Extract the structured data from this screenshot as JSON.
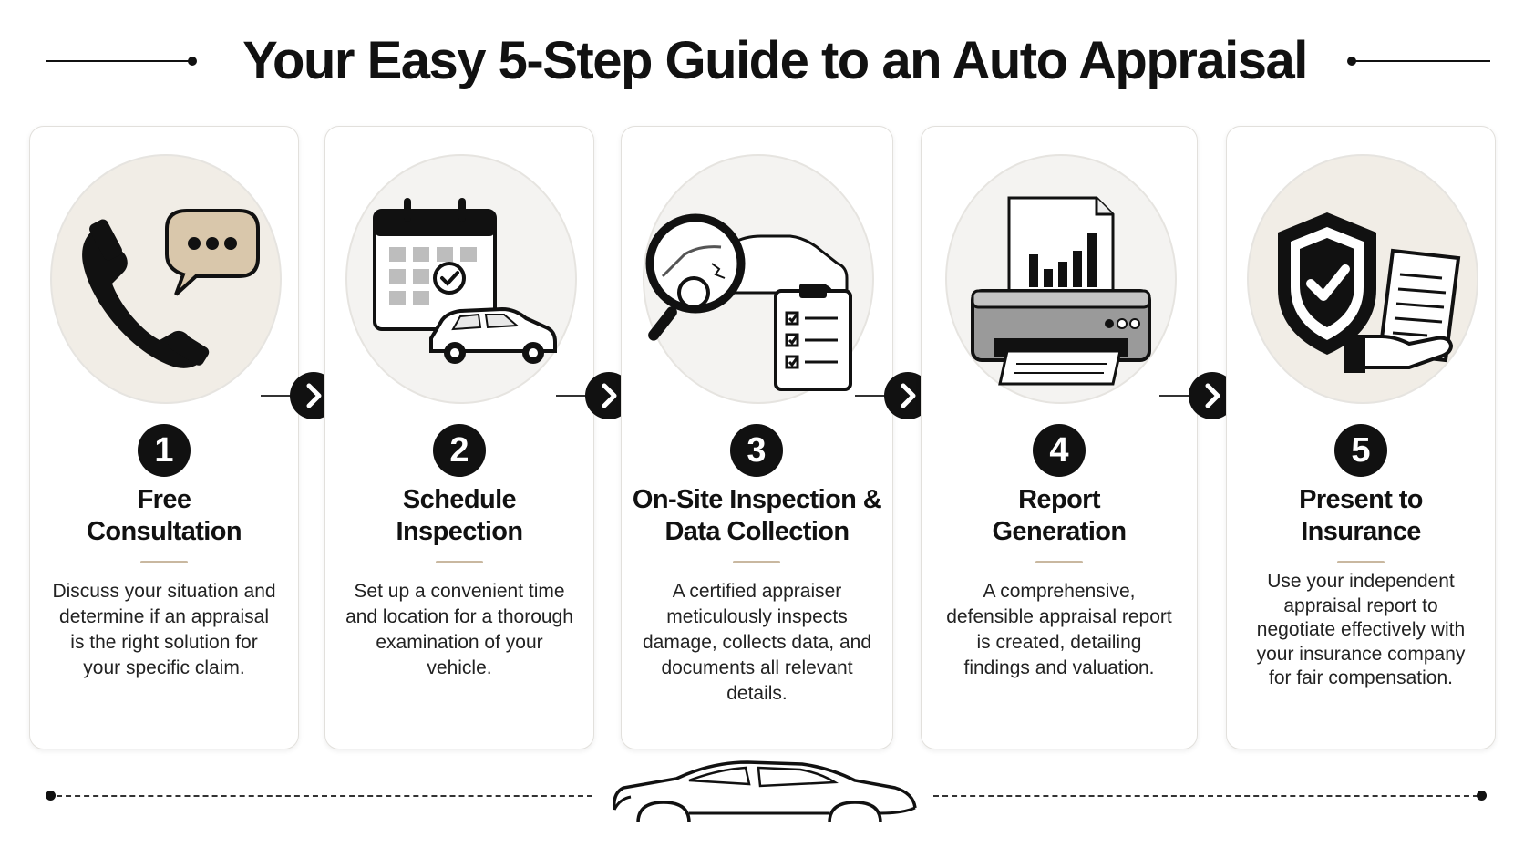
{
  "title": "Your Easy 5-Step Guide to an Auto Appraisal",
  "steps": [
    {
      "number": "1",
      "title_line1": "Free",
      "title_line2": "Consultation",
      "description": "Discuss your situation and determine if an appraisal is the right solution for your specific claim.",
      "icon": "phone-chat-icon"
    },
    {
      "number": "2",
      "title_line1": "Schedule",
      "title_line2": "Inspection",
      "description": "Set up a convenient time and location for a thorough examination of your vehicle.",
      "icon": "calendar-car-icon"
    },
    {
      "number": "3",
      "title_line1": "On-Site Inspection &",
      "title_line2": "Data Collection",
      "description": "A certified appraiser meticulously inspects damage, collects data, and documents all relevant details.",
      "icon": "magnifier-clipboard-icon"
    },
    {
      "number": "4",
      "title_line1": "Report",
      "title_line2": "Generation",
      "description": "A comprehensive, defensible appraisal report is created, detailing findings and valuation.",
      "icon": "printer-report-icon"
    },
    {
      "number": "5",
      "title_line1": "Present to",
      "title_line2": "Insurance",
      "description": "Use your independent appraisal report to negotiate effectively with your insurance company for fair compensation.",
      "icon": "shield-document-icon"
    }
  ],
  "colors": {
    "accent": "#111111",
    "underline": "#c9b8a0",
    "circle_beige": "#f1ede6",
    "circle_gray": "#f4f3f1"
  }
}
